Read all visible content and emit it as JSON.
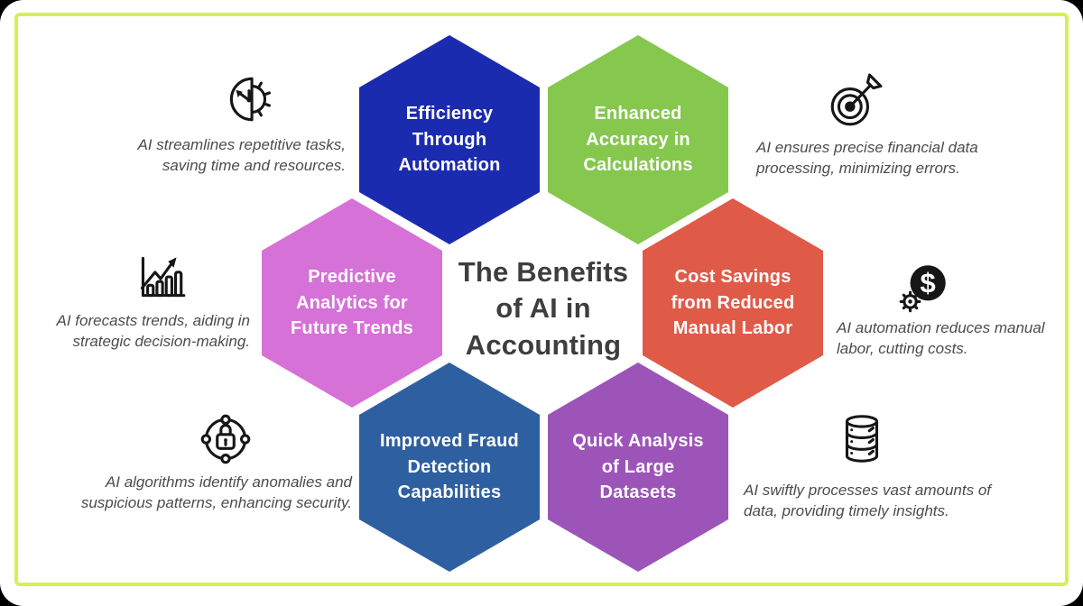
{
  "frame": {
    "outer_background": "#000000",
    "card_background": "#ffffff",
    "accent_border_color": "#d7ef55"
  },
  "title": {
    "text": "The Benefits\nof AI in\nAccounting",
    "color": "#3e3e3e"
  },
  "hexagons": [
    {
      "label": "Efficiency\nThrough\nAutomation",
      "color": "#1b2bb0"
    },
    {
      "label": "Enhanced\nAccuracy in\nCalculations",
      "color": "#86c74e"
    },
    {
      "label": "Predictive\nAnalytics for\nFuture Trends",
      "color": "#d671d8"
    },
    {
      "label": "Cost Savings\nfrom Reduced\nManual Labor",
      "color": "#e05a48"
    },
    {
      "label": "Improved Fraud\nDetection\nCapabilities",
      "color": "#2e5fa0"
    },
    {
      "label": "Quick Analysis\nof Large\nDatasets",
      "color": "#9d54b8"
    }
  ],
  "notes": [
    {
      "icon": "clock-gear-icon",
      "caption": "AI streamlines repetitive tasks,\nsaving time and resources."
    },
    {
      "icon": "target-dart-icon",
      "caption": "AI ensures precise financial data\nprocessing, minimizing errors."
    },
    {
      "icon": "trend-chart-icon",
      "caption": "AI forecasts trends, aiding in\nstrategic decision-making."
    },
    {
      "icon": "dollar-gear-icon",
      "caption": "AI automation reduces manual\nlabor, cutting costs."
    },
    {
      "icon": "lock-orbit-icon",
      "caption": "AI algorithms identify anomalies and\nsuspicious patterns, enhancing security."
    },
    {
      "icon": "database-icon",
      "caption": "AI swiftly processes vast amounts of\ndata, providing timely insights."
    }
  ],
  "text_colors": {
    "hexagon_label": "#ffffff",
    "caption": "#4c4c4c",
    "icon_stroke": "#161616"
  }
}
